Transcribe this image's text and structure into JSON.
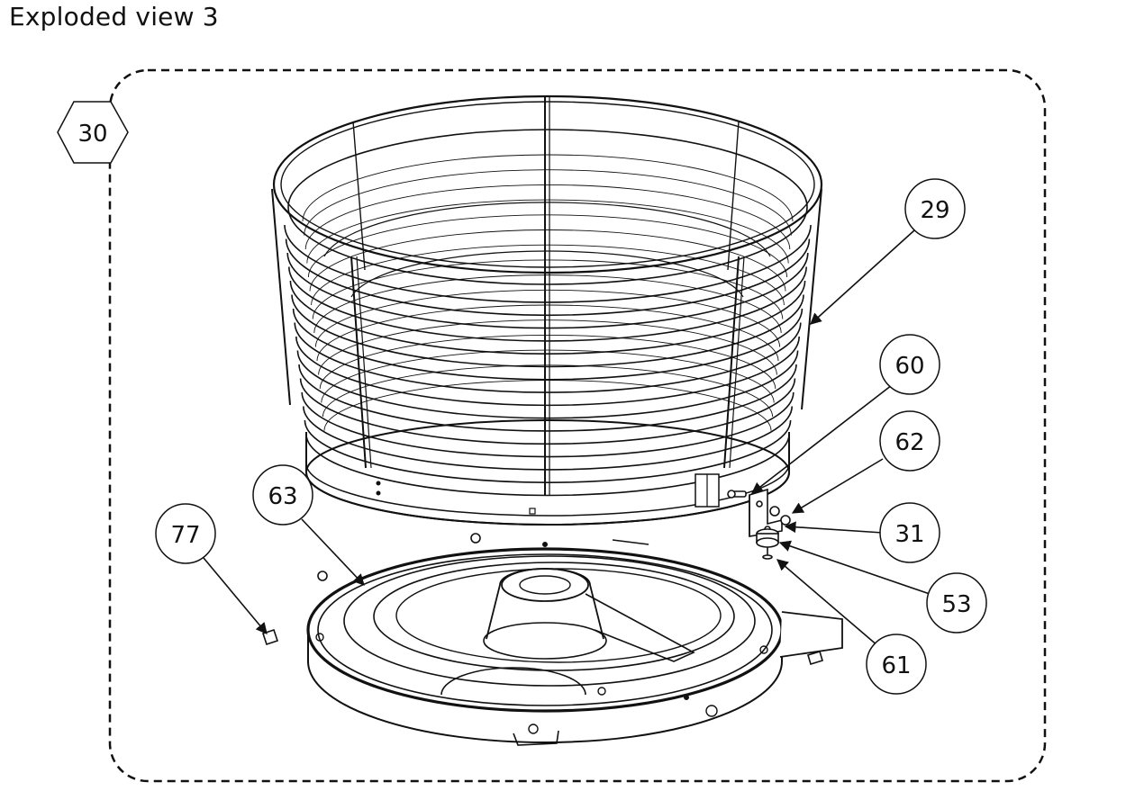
{
  "title": "Exploded view 3",
  "assembly_label": "30",
  "callouts": [
    {
      "id": "c29",
      "label": "29"
    },
    {
      "id": "c60",
      "label": "60"
    },
    {
      "id": "c62",
      "label": "62"
    },
    {
      "id": "c31",
      "label": "31"
    },
    {
      "id": "c53",
      "label": "53"
    },
    {
      "id": "c61",
      "label": "61"
    },
    {
      "id": "c63",
      "label": "63"
    },
    {
      "id": "c77",
      "label": "77"
    }
  ]
}
